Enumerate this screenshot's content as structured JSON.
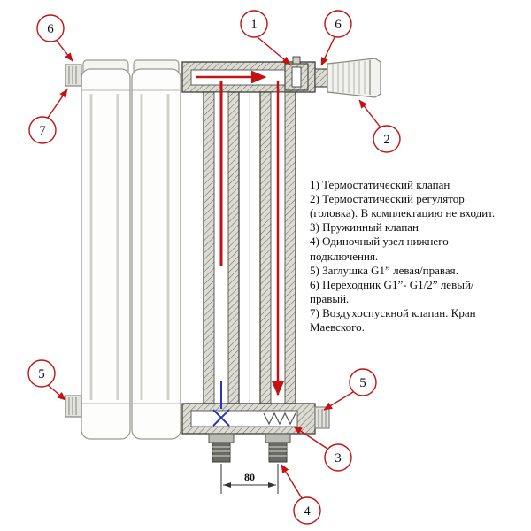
{
  "legend": {
    "items": [
      "1) Термостатический клапан",
      "2) Термостатический регулятор (головка). В комплектацию не входит.",
      "3) Пружинный клапан",
      "4) Одиночный узел нижнего подключения.",
      "5) Заглушка G1” левая/правая.",
      "6) Переходник G1”- G1/2” левый/правый.",
      "7) Воздухоспускной клапан. Кран Маевского."
    ]
  },
  "callouts": [
    {
      "id": "6-top-left",
      "label": "6"
    },
    {
      "id": "7-left",
      "label": "7"
    },
    {
      "id": "1-top",
      "label": "1"
    },
    {
      "id": "6-top-right",
      "label": "6"
    },
    {
      "id": "2-right",
      "label": "2"
    },
    {
      "id": "5-bottom-left",
      "label": "5"
    },
    {
      "id": "5-bottom-right",
      "label": "5"
    },
    {
      "id": "3-bottom",
      "label": "3"
    },
    {
      "id": "4-bottom",
      "label": "4"
    }
  ],
  "dimension": {
    "value": "80"
  },
  "colors": {
    "callout_red": "#c41111",
    "flow_hot_red": "#c41111",
    "flow_cold_blue": "#2a35b8",
    "outline_dark": "#3d3d3a",
    "hatch_fill": "#dcdcd4",
    "section_white": "#fdfdfb"
  }
}
